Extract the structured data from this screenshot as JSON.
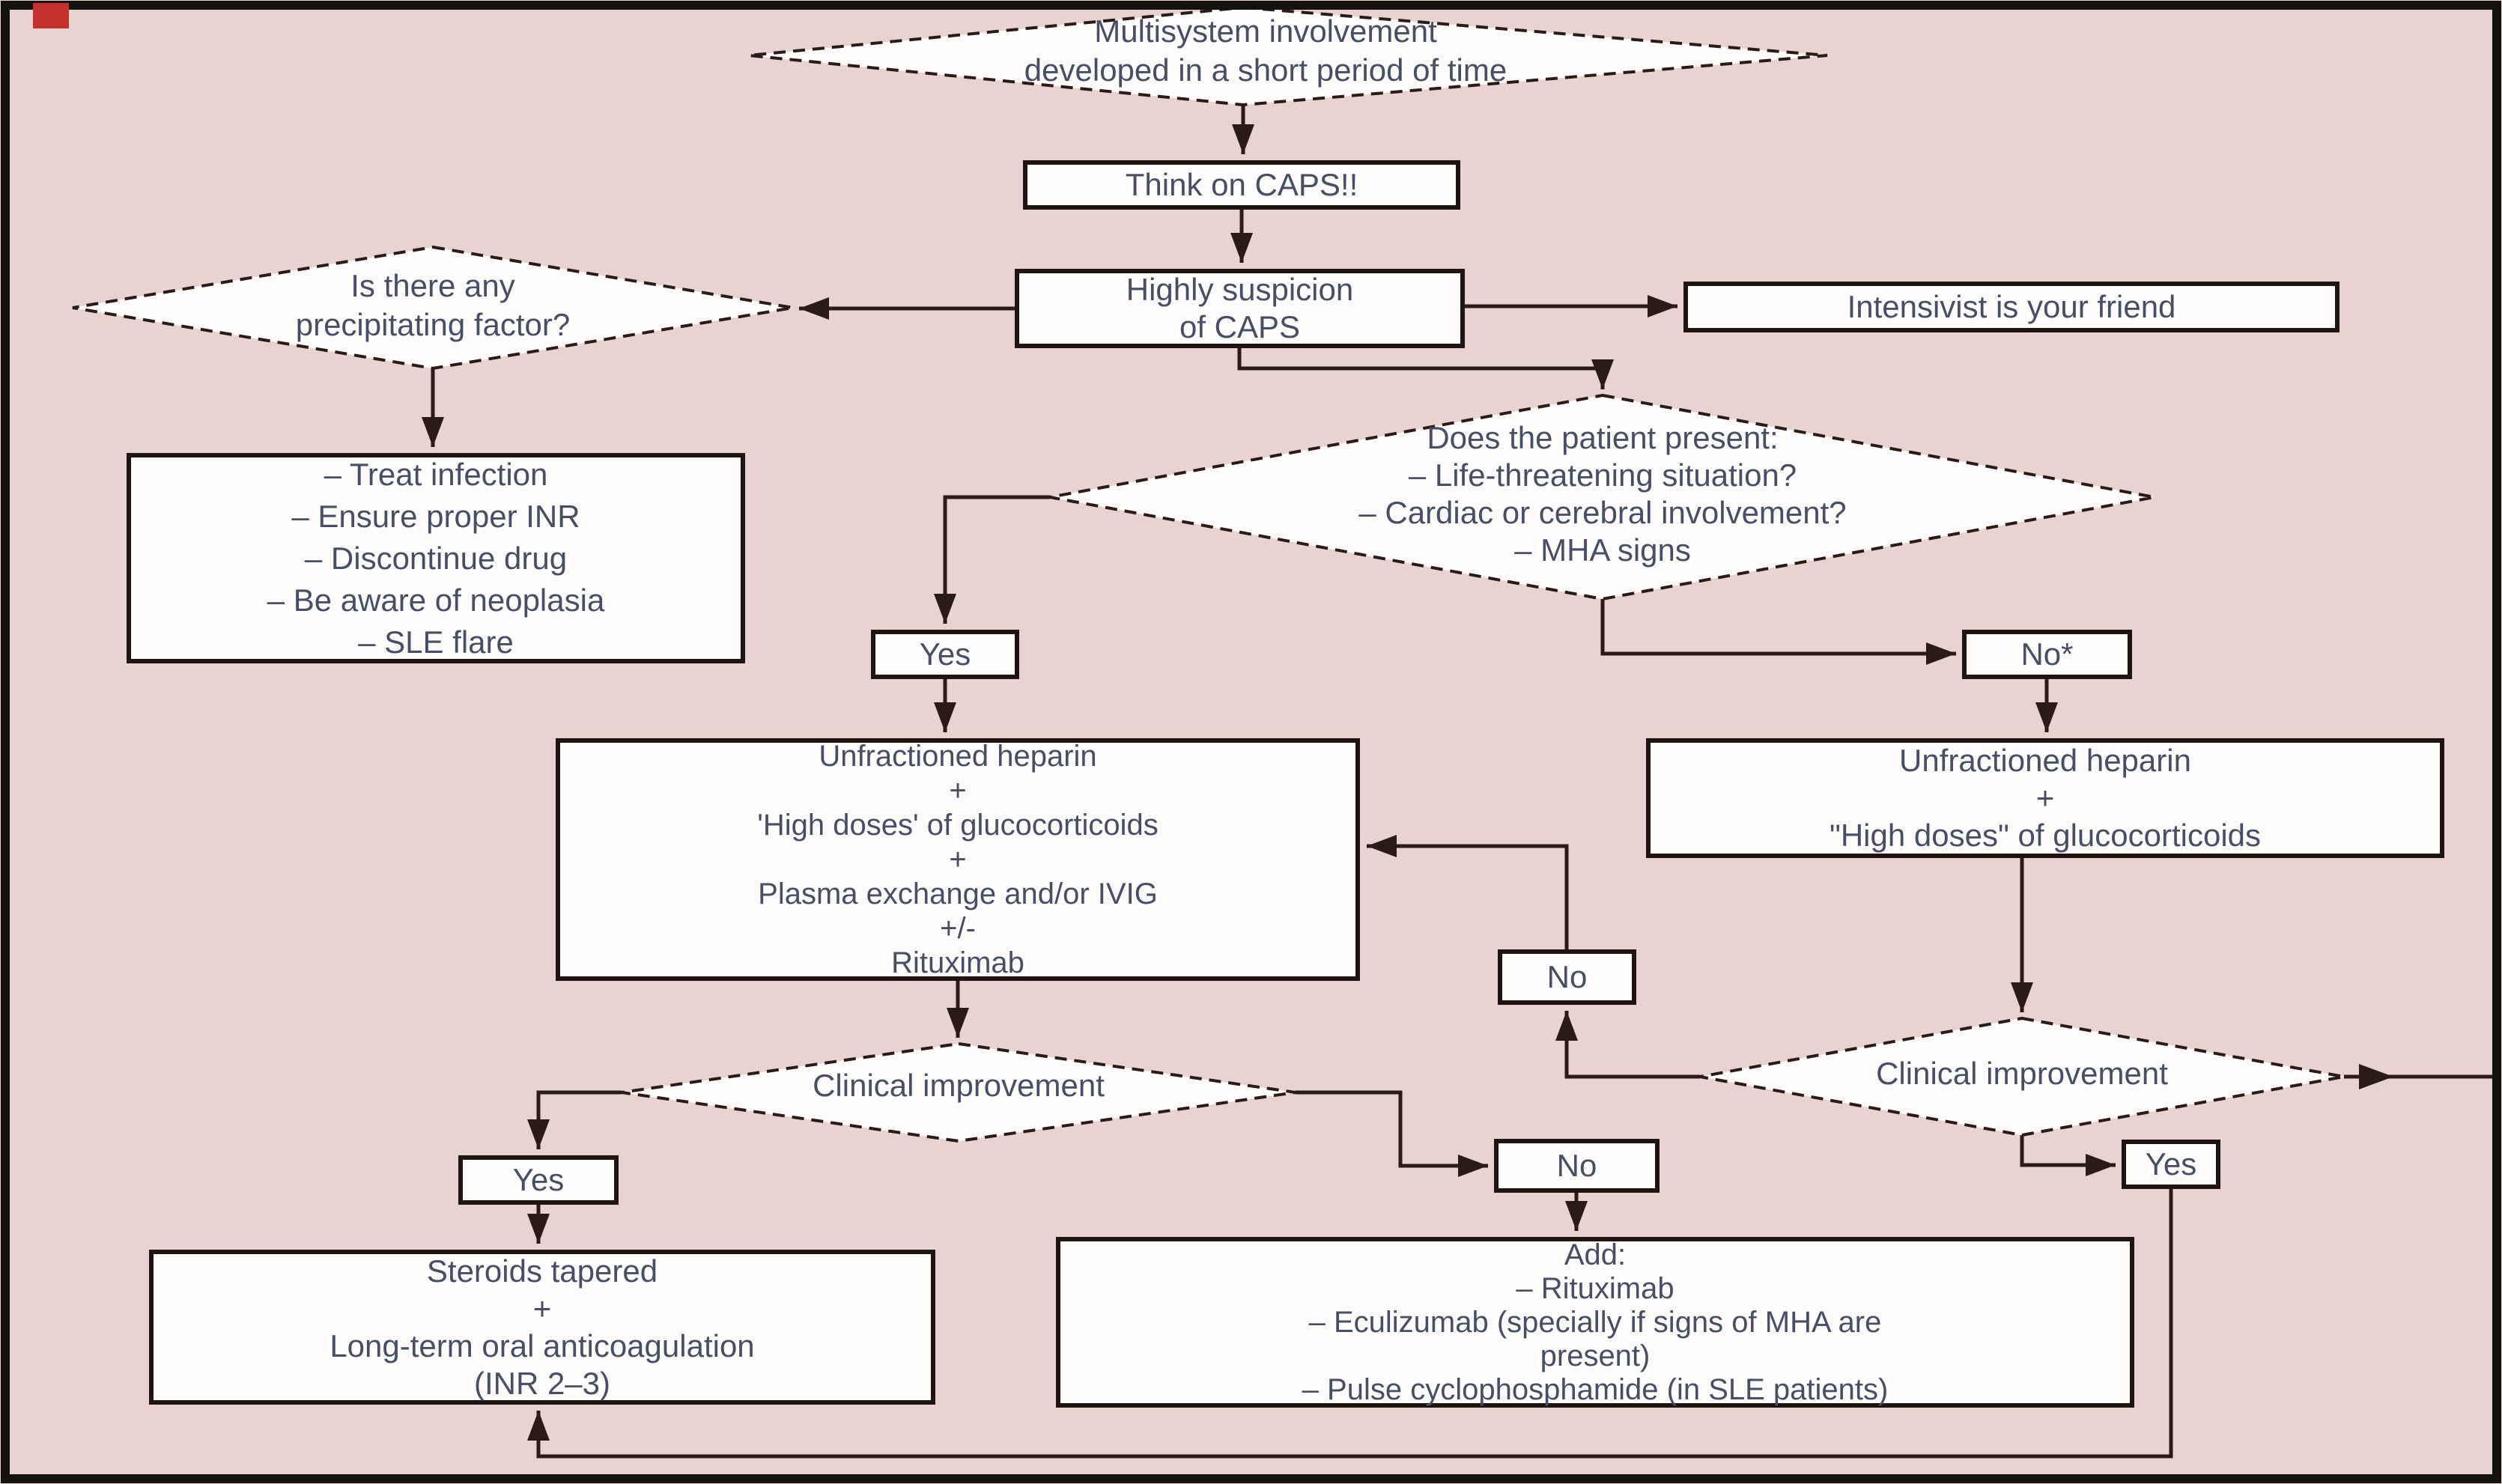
{
  "figure": {
    "title": "CAPS management flowchart",
    "colors": {
      "bg": "#e9d3d2",
      "box_fill": "#fdfcfb",
      "border": "#1e1512",
      "text": "#474f66",
      "line": "#2b1b16",
      "frame": "#151110",
      "red_mark": "#c4302c"
    },
    "nodes": {
      "multisystem": "Multisystem involvement\ndeveloped in a short period of time",
      "think_caps": "Think on CAPS!!",
      "highly_suspicion": "Highly suspicion\nof CAPS",
      "intensivist": "Intensivist is your friend",
      "precipitating": "Is there any\nprecipitating factor?",
      "precipitating_actions": "– Treat infection\n– Ensure proper INR\n– Discontinue drug\n– Be aware of neoplasia\n– SLE flare",
      "patient_present": "Does the patient present:\n– Life-threatening situation?\n– Cardiac or cerebral involvement?\n– MHA signs",
      "yes_severe": "Yes",
      "no_severe": "No*",
      "treatment_severe": "Unfractioned heparin\n+\n'High doses' of glucocorticoids\n+\nPlasma exchange and/or IVIG\n+/-\nRituximab",
      "treatment_mild": "Unfractioned heparin\n+\n\"High doses\" of glucocorticoids",
      "clinical_left": "Clinical improvement",
      "clinical_right": "Clinical improvement",
      "no_feedback": "No",
      "yes_improve_left": "Yes",
      "no_improve_left": "No",
      "steroids": "Steroids tapered\n+\nLong-term oral anticoagulation\n(INR 2–3)",
      "add_therapy": "Add:\n– Rituximab\n– Eculizumab (specially if signs of MHA are\npresent)\n– Pulse cyclophosphamide (in SLE patients)",
      "yes_improve_right": "Yes"
    }
  }
}
